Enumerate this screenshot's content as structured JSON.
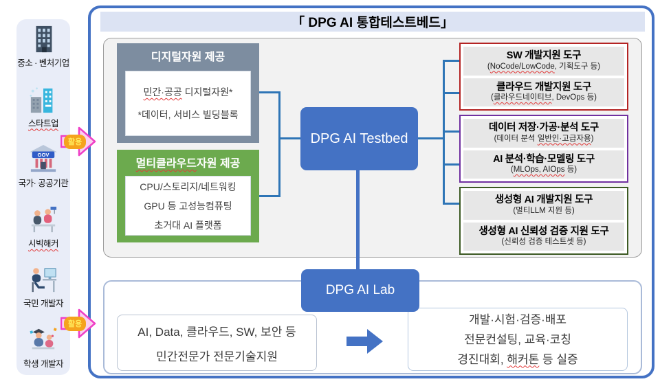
{
  "title": "「 DPG AI 통합테스트베드」",
  "colors": {
    "primary_blue": "#4472c4",
    "connector_blue": "#2e75b6",
    "slate_header": "#7d8da0",
    "green_header": "#6caa4e",
    "group_red_border": "#b42323",
    "group_purple_border": "#7030a0",
    "group_green_border": "#3c5a23",
    "tool_gray": "#e7e7e7",
    "arrow_pink": "#ef3fc6",
    "badge_orange": "#f5a31d",
    "title_bar": "#dce3f3",
    "sidebar_bg": "#e9edf8"
  },
  "sidebar": {
    "badge": "활용",
    "items": [
      {
        "label": "중소 · 벤처기업",
        "icon": "office-building-icon"
      },
      {
        "label": "스타트업",
        "icon": "startup-buildings-icon"
      },
      {
        "label": "국가· 공공기관",
        "icon": "government-building-icon"
      },
      {
        "label": "시빅해커",
        "icon": "civic-hacker-icon"
      },
      {
        "label": "국민 개발자",
        "icon": "citizen-developer-icon"
      },
      {
        "label": "학생 개발자",
        "icon": "student-developer-icon"
      }
    ]
  },
  "providers": {
    "digital": {
      "header": "디지털자원 제공",
      "line1_sq": "민간·공공",
      "line1_rest": " 디지털자원*",
      "line2": "*데이터, 서비스 빌딩블록"
    },
    "multicloud": {
      "header_sq": "멀티클라우드",
      "header_rest": " 자원 제공",
      "line1": "CPU/스토리지/네트워킹",
      "line2": "GPU 등 고성능컴퓨팅",
      "line3": "초거대 AI 플랫폼"
    }
  },
  "testbed": {
    "label": "DPG AI Testbed"
  },
  "lab": {
    "label": "DPG AI Lab"
  },
  "tools": {
    "red": {
      "t1": {
        "title": "SW 개발지원 도구",
        "sub_pre": "(",
        "sub_sq": "NoCode/LowCode",
        "sub_rest": ", 기획도구 등)"
      },
      "t2": {
        "title": "클라우드 개발지원 도구",
        "sub_pre": "(",
        "sub_sq": "클라우드네이티브",
        "sub_rest": ", DevOps 등)"
      }
    },
    "purple": {
      "t1": {
        "title": "데이터 저장·가공·분석 도구",
        "sub_pre": "(데이터 분석 ",
        "sub_sq": "일반인·고급자용",
        "sub_rest": ")"
      },
      "t2": {
        "title": "AI 분석·학습·모델링 도구",
        "sub_pre": "(",
        "sub_sq": "MLOps, AIOps",
        "sub_rest": " 등)"
      }
    },
    "green": {
      "t1": {
        "title": "생성형 AI 개발지원 도구",
        "sub_pre": "(멀티LLM 지원 등)",
        "sub_sq": "",
        "sub_rest": ""
      },
      "t2": {
        "title": "생성형 AI 신뢰성 검증 지원 도구",
        "sub_pre": "(신뢰성 검증 테스트셋 등)",
        "sub_sq": "",
        "sub_rest": ""
      }
    }
  },
  "lab_section": {
    "left_line1": "AI, Data, 클라우드, SW, 보안 등",
    "left_line2": "민간전문가 전문기술지원",
    "arrow_icon": "right-arrow-icon",
    "right_line1": "개발·시험·검증·배포",
    "right_line2": "전문컨설팅, 교육·코칭",
    "right_line3_pre": "경진대회, ",
    "right_line3_sq": "해커톤",
    "right_line3_rest": " 등 실증"
  }
}
